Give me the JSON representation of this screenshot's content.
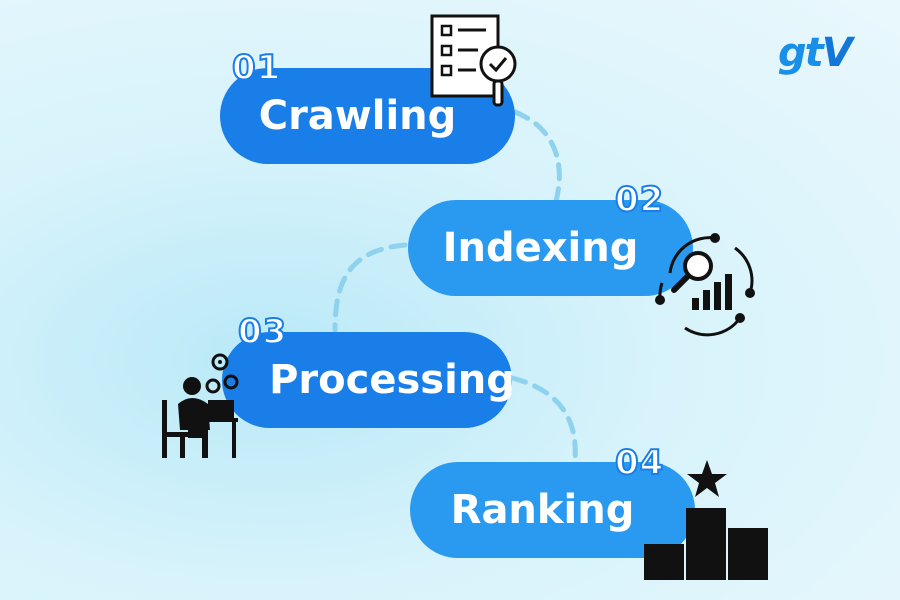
{
  "logo": {
    "text_main": "gt",
    "text_v": "V",
    "name": "gtv"
  },
  "colors": {
    "pill_dark": "#1a7ee8",
    "pill_light": "#2a9af0",
    "connector": "#8fd2ee",
    "icon": "#111111"
  },
  "steps": [
    {
      "number": "01",
      "label": "Crawling",
      "icon": "checklist-magnifier-icon"
    },
    {
      "number": "02",
      "label": "Indexing",
      "icon": "analytics-cycle-icon"
    },
    {
      "number": "03",
      "label": "Processing",
      "icon": "person-computer-gears-icon"
    },
    {
      "number": "04",
      "label": "Ranking",
      "icon": "podium-star-icon"
    }
  ]
}
